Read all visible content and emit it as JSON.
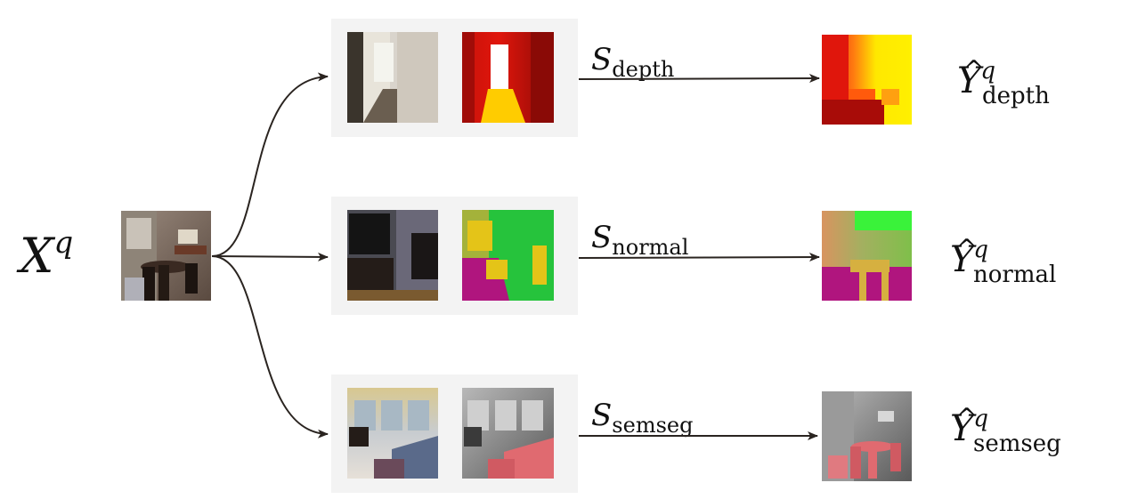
{
  "input": {
    "symbol": "X",
    "superscript": "q"
  },
  "rows": [
    {
      "key": "depth",
      "operator_symbol": "S",
      "operator_subscript": "depth",
      "output_symbol": "Y",
      "output_superscript": "q",
      "output_subscript": "depth"
    },
    {
      "key": "normal",
      "operator_symbol": "S",
      "operator_subscript": "normal",
      "output_symbol": "Y",
      "output_superscript": "q",
      "output_subscript": "normal"
    },
    {
      "key": "semseg",
      "operator_symbol": "S",
      "operator_subscript": "semseg",
      "output_symbol": "Y",
      "output_superscript": "q",
      "output_subscript": "semseg"
    }
  ],
  "colors": {
    "arrow": "#2a2420",
    "panel": "#f3f3f3",
    "depth_red": "#e0160c",
    "depth_yellow": "#ffe800",
    "depth_dark": "#8a0a06",
    "normal_green": "#26c33c",
    "normal_magenta": "#b0157e",
    "normal_yellow": "#e4c418",
    "semseg_pink": "#e06a70",
    "gray": "#8c8c8c"
  }
}
